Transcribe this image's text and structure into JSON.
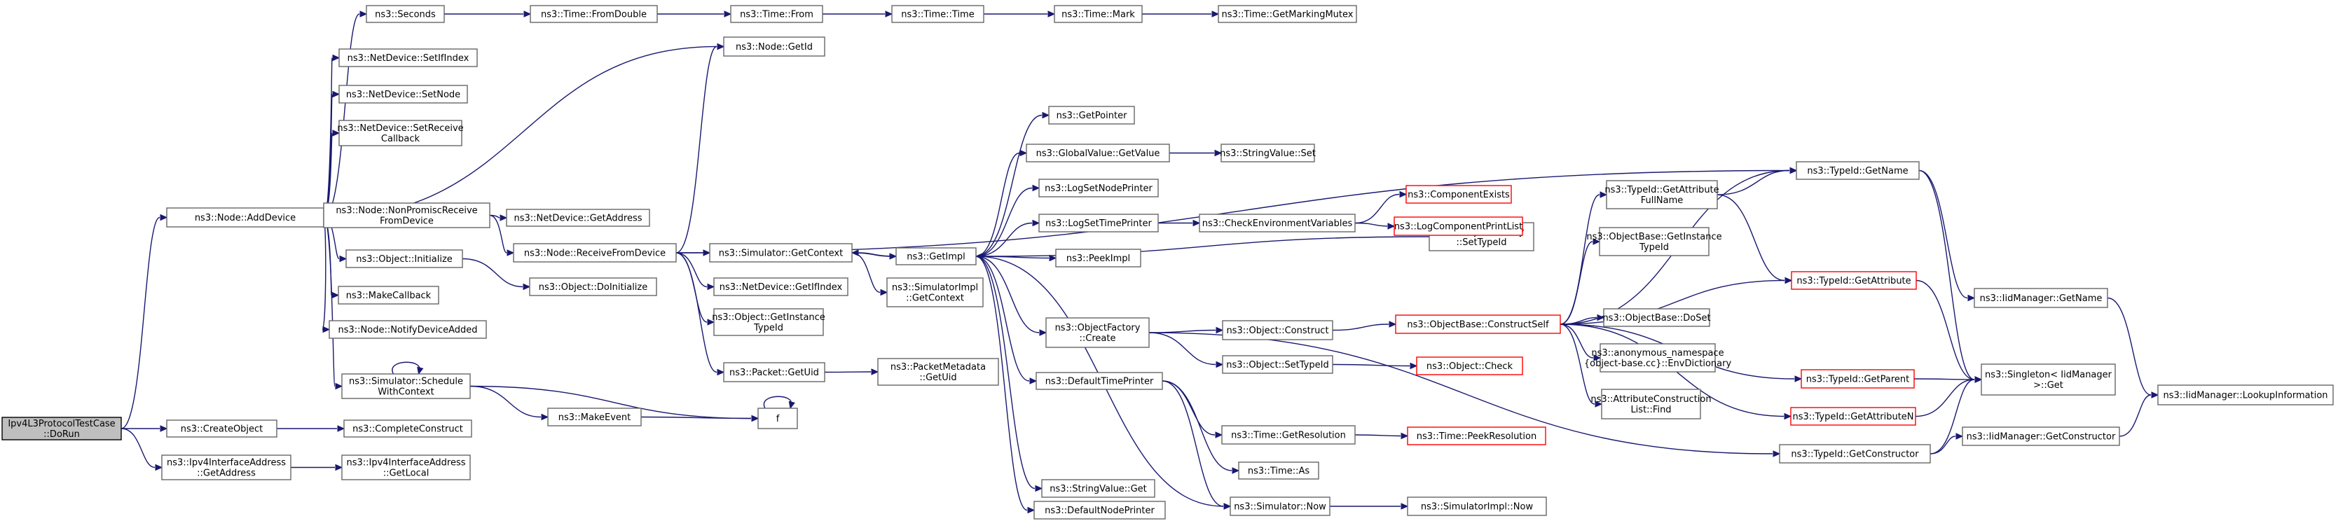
{
  "colors": {
    "edge": "#191970",
    "node_border": "#666666",
    "root_fill": "#bfbfbf",
    "incomplete_border": "#ff0000"
  },
  "nodes": [
    {
      "id": "root",
      "lines": [
        "Ipv4L3ProtocolTestCase",
        "::DoRun"
      ]
    },
    {
      "id": "addDevice",
      "lines": [
        "ns3::Node::AddDevice"
      ]
    },
    {
      "id": "createObject",
      "lines": [
        "ns3::CreateObject"
      ]
    },
    {
      "id": "ipv4ifGetAddress",
      "lines": [
        "ns3::Ipv4InterfaceAddress",
        "::GetAddress"
      ]
    },
    {
      "id": "seconds",
      "lines": [
        "ns3::Seconds"
      ]
    },
    {
      "id": "setIfIndex",
      "lines": [
        "ns3::NetDevice::SetIfIndex"
      ]
    },
    {
      "id": "setNode",
      "lines": [
        "ns3::NetDevice::SetNode"
      ]
    },
    {
      "id": "setReceiveCallback",
      "lines": [
        "ns3::NetDevice::SetReceive",
        "Callback"
      ]
    },
    {
      "id": "nonPromisc",
      "lines": [
        "ns3::Node::NonPromiscReceive",
        "FromDevice"
      ]
    },
    {
      "id": "objInitialize",
      "lines": [
        "ns3::Object::Initialize"
      ]
    },
    {
      "id": "makeCallback",
      "lines": [
        "ns3::MakeCallback"
      ]
    },
    {
      "id": "notifyDeviceAdded",
      "lines": [
        "ns3::Node::NotifyDeviceAdded"
      ]
    },
    {
      "id": "scheduleWithContext",
      "lines": [
        "ns3::Simulator::Schedule",
        "WithContext"
      ]
    },
    {
      "id": "completeConstruct",
      "lines": [
        "ns3::CompleteConstruct"
      ]
    },
    {
      "id": "ipv4ifGetLocal",
      "lines": [
        "ns3::Ipv4InterfaceAddress",
        "::GetLocal"
      ]
    },
    {
      "id": "timeFromDouble",
      "lines": [
        "ns3::Time::FromDouble"
      ]
    },
    {
      "id": "nodeGetId",
      "lines": [
        "ns3::Node::GetId"
      ]
    },
    {
      "id": "netDevGetAddress",
      "lines": [
        "ns3::NetDevice::GetAddress"
      ]
    },
    {
      "id": "receiveFromDevice",
      "lines": [
        "ns3::Node::ReceiveFromDevice"
      ]
    },
    {
      "id": "doInitialize",
      "lines": [
        "ns3::Object::DoInitialize"
      ]
    },
    {
      "id": "makeEvent",
      "lines": [
        "ns3::MakeEvent"
      ]
    },
    {
      "id": "f",
      "lines": [
        "f"
      ]
    },
    {
      "id": "timeFrom",
      "lines": [
        "ns3::Time::From"
      ]
    },
    {
      "id": "simGetContext",
      "lines": [
        "ns3::Simulator::GetContext"
      ]
    },
    {
      "id": "netDevGetIfIndex",
      "lines": [
        "ns3::NetDevice::GetIfIndex"
      ]
    },
    {
      "id": "objGetInstanceTypeId",
      "lines": [
        "ns3::Object::GetInstance",
        "TypeId"
      ]
    },
    {
      "id": "packetGetUid",
      "lines": [
        "ns3::Packet::GetUid"
      ]
    },
    {
      "id": "packetMetadataGetUid",
      "lines": [
        "ns3::PacketMetadata",
        "::GetUid"
      ]
    },
    {
      "id": "timeTime",
      "lines": [
        "ns3::Time::Time"
      ]
    },
    {
      "id": "getImpl",
      "lines": [
        "ns3::GetImpl"
      ]
    },
    {
      "id": "simImplGetContext",
      "lines": [
        "ns3::SimulatorImpl",
        "::GetContext"
      ]
    },
    {
      "id": "getPointer",
      "lines": [
        "ns3::GetPointer"
      ]
    },
    {
      "id": "globalValueGetValue",
      "lines": [
        "ns3::GlobalValue::GetValue"
      ]
    },
    {
      "id": "logSetNodePrinter",
      "lines": [
        "ns3::LogSetNodePrinter"
      ]
    },
    {
      "id": "logSetTimePrinter",
      "lines": [
        "ns3::LogSetTimePrinter"
      ]
    },
    {
      "id": "peekImpl",
      "lines": [
        "ns3::PeekImpl"
      ]
    },
    {
      "id": "objFactoryCreate",
      "lines": [
        "ns3::ObjectFactory",
        "::Create"
      ]
    },
    {
      "id": "defaultTimePrinter",
      "lines": [
        "ns3::DefaultTimePrinter"
      ]
    },
    {
      "id": "stringValueGet",
      "lines": [
        "ns3::StringValue::Get"
      ]
    },
    {
      "id": "defaultNodePrinter",
      "lines": [
        "ns3::DefaultNodePrinter"
      ]
    },
    {
      "id": "timeMark",
      "lines": [
        "ns3::Time::Mark"
      ]
    },
    {
      "id": "stringValueSet",
      "lines": [
        "ns3::StringValue::Set"
      ]
    },
    {
      "id": "checkEnvVars",
      "lines": [
        "ns3::CheckEnvironmentVariables"
      ]
    },
    {
      "id": "objFactorySetTypeId",
      "lines": [
        "ns3::ObjectFactory",
        "::SetTypeId"
      ]
    },
    {
      "id": "objConstruct",
      "lines": [
        "ns3::Object::Construct"
      ]
    },
    {
      "id": "objSetTypeId",
      "lines": [
        "ns3::Object::SetTypeId"
      ]
    },
    {
      "id": "timeGetResolution",
      "lines": [
        "ns3::Time::GetResolution"
      ]
    },
    {
      "id": "timeAs",
      "lines": [
        "ns3::Time::As"
      ]
    },
    {
      "id": "simNow",
      "lines": [
        "ns3::Simulator::Now"
      ]
    },
    {
      "id": "timeGetMarkingMutex",
      "lines": [
        "ns3::Time::GetMarkingMutex"
      ]
    },
    {
      "id": "componentExists",
      "lines": [
        "ns3::ComponentExists"
      ],
      "red": true
    },
    {
      "id": "logComponentPrintList",
      "lines": [
        "ns3::LogComponentPrintList"
      ],
      "red": true
    },
    {
      "id": "objBaseConstructSelf",
      "lines": [
        "ns3::ObjectBase::ConstructSelf"
      ],
      "red": true
    },
    {
      "id": "objCheck",
      "lines": [
        "ns3::Object::Check"
      ],
      "red": true
    },
    {
      "id": "timePeekResolution",
      "lines": [
        "ns3::Time::PeekResolution"
      ],
      "red": true
    },
    {
      "id": "simImplNow",
      "lines": [
        "ns3::SimulatorImpl::Now"
      ]
    },
    {
      "id": "typeIdGetAttrFullName",
      "lines": [
        "ns3::TypeId::GetAttribute",
        "FullName"
      ]
    },
    {
      "id": "objBaseGetInstanceTypeId",
      "lines": [
        "ns3::ObjectBase::GetInstance",
        "TypeId"
      ]
    },
    {
      "id": "objBaseDoSet",
      "lines": [
        "ns3::ObjectBase::DoSet"
      ]
    },
    {
      "id": "anonEnvDictionary",
      "lines": [
        "ns3::anonymous_namespace",
        "{object-base.cc}::EnvDictionary"
      ]
    },
    {
      "id": "attrConstructionListFind",
      "lines": [
        "ns3::AttributeConstruction",
        "List::Find"
      ]
    },
    {
      "id": "typeIdGetParent",
      "lines": [
        "ns3::TypeId::GetParent"
      ],
      "red": true
    },
    {
      "id": "typeIdGetAttributeN",
      "lines": [
        "ns3::TypeId::GetAttributeN"
      ],
      "red": true
    },
    {
      "id": "typeIdGetConstructor",
      "lines": [
        "ns3::TypeId::GetConstructor"
      ]
    },
    {
      "id": "typeIdGetName",
      "lines": [
        "ns3::TypeId::GetName"
      ]
    },
    {
      "id": "typeIdGetAttribute",
      "lines": [
        "ns3::TypeId::GetAttribute"
      ],
      "red": true
    },
    {
      "id": "singletonGet",
      "lines": [
        "ns3::Singleton< IidManager",
        ">::Get"
      ]
    },
    {
      "id": "iidManagerGetName",
      "lines": [
        "ns3::IidManager::GetName"
      ]
    },
    {
      "id": "iidManagerGetConstructor",
      "lines": [
        "ns3::IidManager::GetConstructor"
      ]
    },
    {
      "id": "iidManagerLookupInformation",
      "lines": [
        "ns3::IidManager::LookupInformation"
      ]
    }
  ]
}
